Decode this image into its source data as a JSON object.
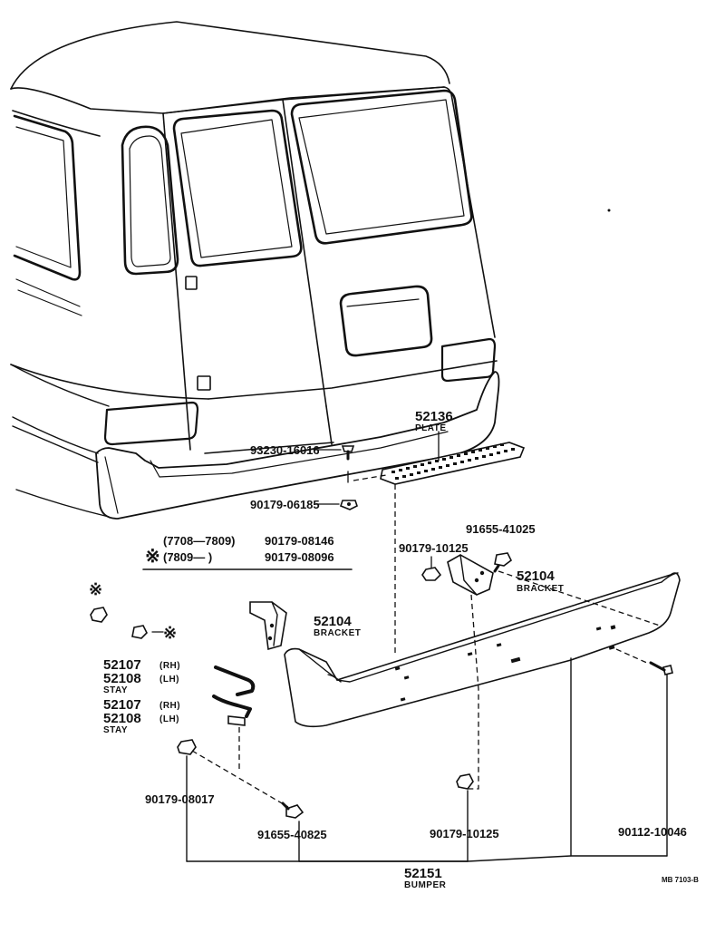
{
  "diagram": {
    "labels": {
      "plate_no": "52136",
      "plate_name": "PLATE",
      "screw": "93230-16016",
      "nut_plate": "90179-06185",
      "legend_mark": "※",
      "legend_row1_range": "(7708—7809)",
      "legend_row1_part": "90179-08146",
      "legend_row2_range": "(7809—      )",
      "legend_row2_part": "90179-08096",
      "bolt_right": "91655-41025",
      "nut_right": "90179-10125",
      "bracket_right_no": "52104",
      "bracket_right_name": "BRACKET",
      "bracket_left_no": "52104",
      "bracket_left_name": "BRACKET",
      "stay1_rh": "52107",
      "stay1_rh_tag": "(RH)",
      "stay1_lh": "52108",
      "stay1_lh_tag": "(LH)",
      "stay1_name": "STAY",
      "stay2_rh": "52107",
      "stay2_rh_tag": "(RH)",
      "stay2_lh": "52108",
      "stay2_lh_tag": "(LH)",
      "stay2_name": "STAY",
      "nut_left_bottom": "90179-08017",
      "bolt_left_bottom": "91655-40825",
      "nut_center_bottom": "90179-10125",
      "bolt_right_bottom": "90112-10046",
      "bumper_no": "52151",
      "bumper_name": "BUMPER",
      "ref_code": "MB 7103-B"
    }
  }
}
